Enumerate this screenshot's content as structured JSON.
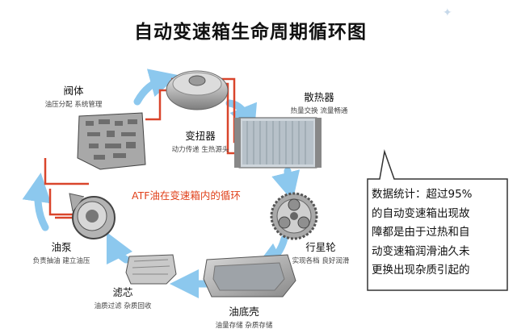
{
  "title": "自动变速箱生命周期循环图",
  "center_label": "ATF油在变速箱内的循环",
  "components": {
    "valve_body": {
      "name": "阀体",
      "desc": "油压分配 系统管理"
    },
    "torque_converter": {
      "name": "变扭器",
      "desc": "动力传递 生热源头"
    },
    "radiator": {
      "name": "散热器",
      "desc": "热量交换 流量畅通"
    },
    "planetary": {
      "name": "行星轮",
      "desc": "实现各档 良好润滑"
    },
    "oil_pan": {
      "name": "油底壳",
      "desc": "油量存储 杂质存储"
    },
    "filter": {
      "name": "滤芯",
      "desc": "油质过滤 杂质回收"
    },
    "pump": {
      "name": "油泵",
      "desc": "负责抽油 建立油压"
    }
  },
  "stat_box": {
    "lines": [
      "数据统计：超过95%",
      "的自动变速箱出现故",
      "障都是由于过热和自",
      "动变速箱润滑油久未",
      "更换出现杂质引起的"
    ]
  },
  "colors": {
    "flow_arrow": "#8cc8ee",
    "oil_line": "#d9452b",
    "accent_text": "#e0401a"
  }
}
